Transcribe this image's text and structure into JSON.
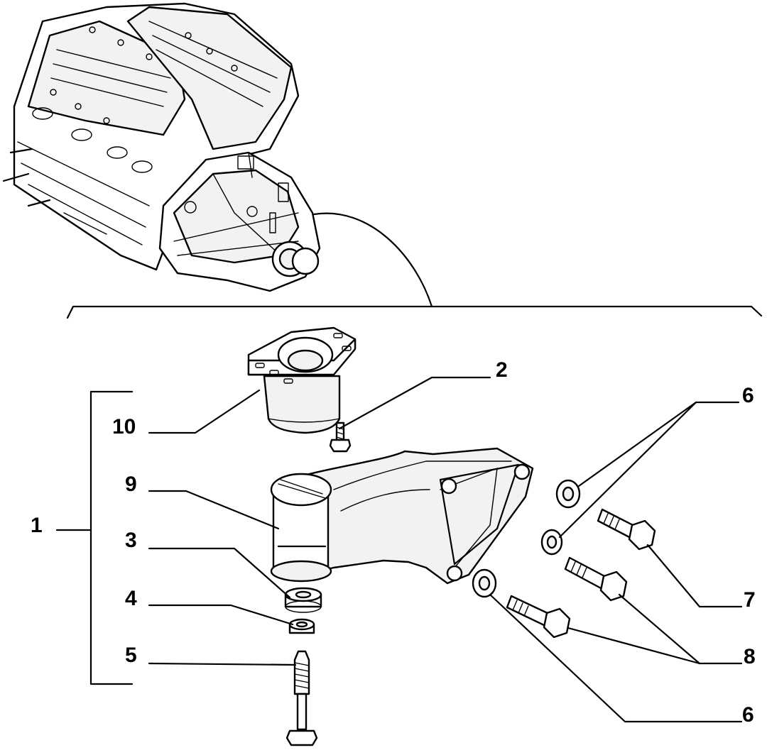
{
  "labels": {
    "l1": "1",
    "l2": "2",
    "l3": "3",
    "l4": "4",
    "l5": "5",
    "l6a": "6",
    "l6b": "6",
    "l7": "7",
    "l8": "8",
    "l9": "9",
    "l10": "10"
  },
  "colors": {
    "line": "#000000",
    "background": "#ffffff"
  }
}
